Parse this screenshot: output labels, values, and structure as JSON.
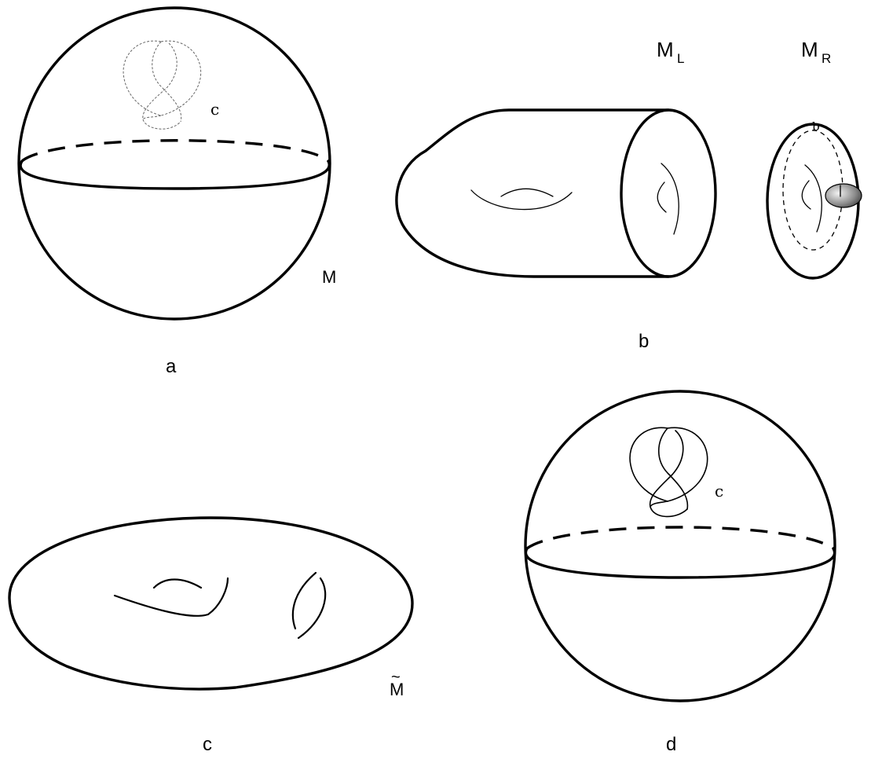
{
  "panels": {
    "a": {
      "caption": "a",
      "manifold_label": "M",
      "curve_label": "c"
    },
    "b": {
      "caption": "b",
      "left_label_main": "M",
      "left_label_sub": "L",
      "right_label_main": "M",
      "right_label_sub": "R",
      "curve_label": "b"
    },
    "c": {
      "caption": "c",
      "manifold_label": "M",
      "manifold_accent": "~"
    },
    "d": {
      "caption": "d",
      "curve_label": "c"
    }
  }
}
